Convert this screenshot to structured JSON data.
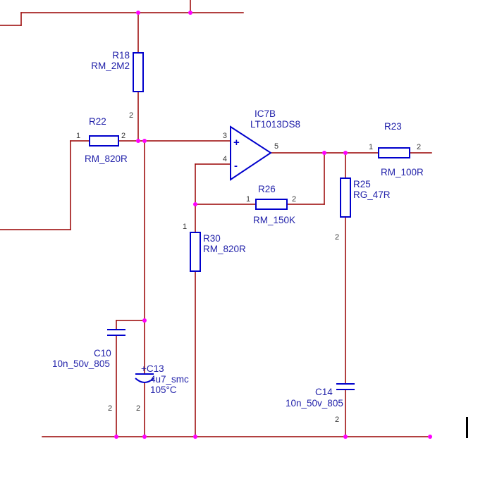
{
  "colors": {
    "background": "#FFFFFF",
    "wire": "#990000",
    "component_outline": "#0000CC",
    "component_label": "#2222AA",
    "pin_number": "#383838",
    "junction_dot": "#FF00FF",
    "cursor_bar": "#000000"
  },
  "opamp": {
    "ref": "IC7B",
    "part": "LT1013DS8",
    "plus": "+",
    "minus": "-",
    "pin_noninverting": "3",
    "pin_inverting": "4",
    "pin_output": "5"
  },
  "resistors": {
    "r18": {
      "ref": "R18",
      "value": "RM_2M2",
      "pin2": "2"
    },
    "r22": {
      "ref": "R22",
      "value": "RM_820R",
      "pin1": "1",
      "pin2": "2"
    },
    "r23": {
      "ref": "R23",
      "value": "RM_100R",
      "pin1": "1",
      "pin2": "2"
    },
    "r25": {
      "ref": "R25",
      "value": "RG_47R",
      "pin2": "2"
    },
    "r26": {
      "ref": "R26",
      "value": "RM_150K",
      "pin1": "1",
      "pin2": "2"
    },
    "r30": {
      "ref": "R30",
      "value": "RM_820R",
      "pin1": "1"
    }
  },
  "capacitors": {
    "c10": {
      "ref": "C10",
      "value": "10n_50v_805",
      "pin2": "2"
    },
    "c13": {
      "ref": "+C13",
      "value": "4u7_smc",
      "temp": "105°C",
      "pin2": "2"
    },
    "c14": {
      "ref": "C14",
      "value": "10n_50v_805",
      "pin2": "2"
    }
  }
}
